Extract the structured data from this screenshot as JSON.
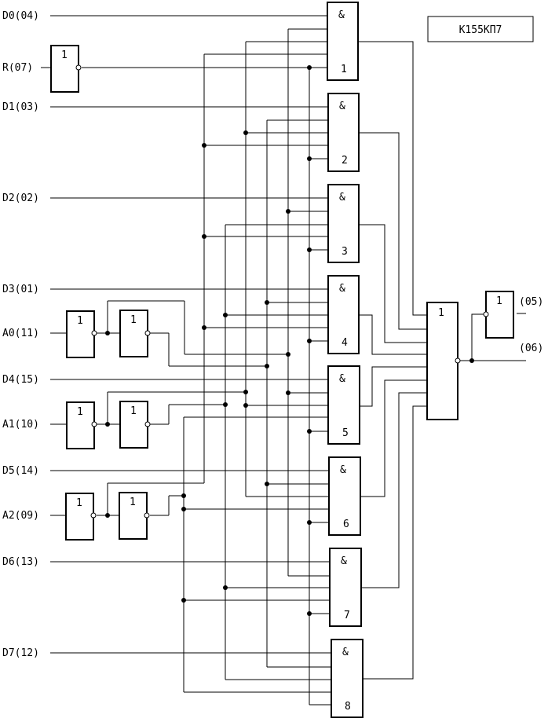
{
  "chip_label": "К155КП7",
  "pins": {
    "d0": "D0(04)",
    "r": "R(07)",
    "d1": "D1(03)",
    "d2": "D2(02)",
    "d3": "D3(01)",
    "a0": "A0(11)",
    "d4": "D4(15)",
    "a1": "A1(10)",
    "d5": "D5(14)",
    "a2": "A2(09)",
    "d6": "D6(13)",
    "d7": "D7(12)",
    "out05": "(05)",
    "out06": "(06)"
  },
  "gate_symbols": {
    "and": "&",
    "not": "1",
    "or": "1"
  },
  "and_gate_numbers": [
    "1",
    "2",
    "3",
    "4",
    "5",
    "6",
    "7",
    "8"
  ]
}
